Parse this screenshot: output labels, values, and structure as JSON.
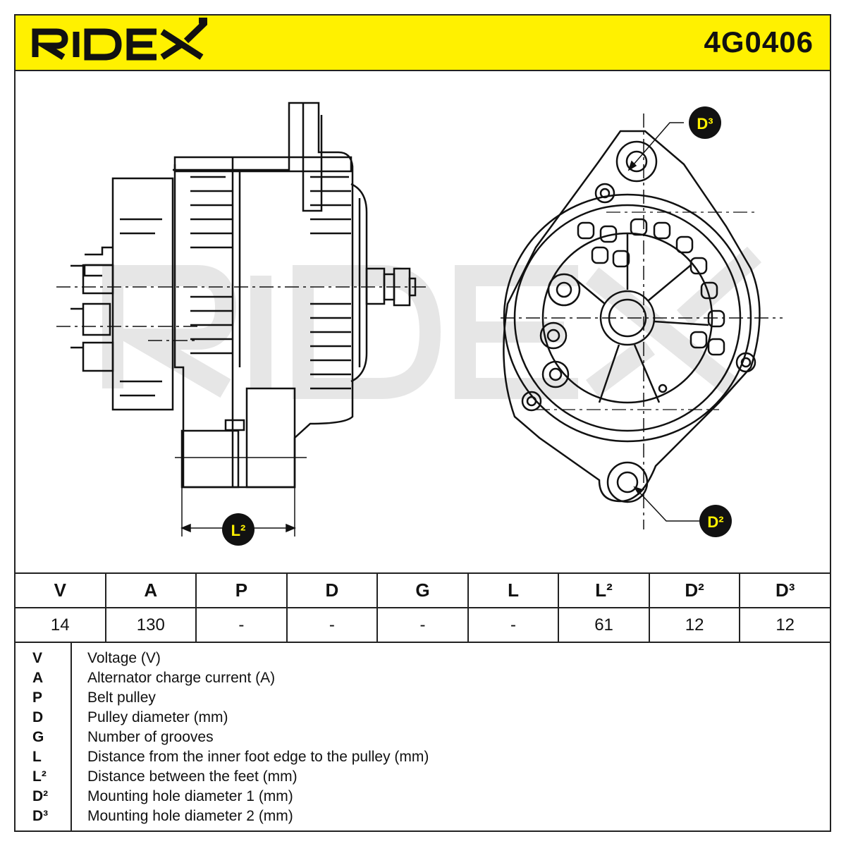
{
  "brand": {
    "logo_text": "RIDEX",
    "accent_color": "#fff100"
  },
  "part_number": "4G0406",
  "callouts": {
    "d3": "D³",
    "d2": "D²",
    "l2": "L²"
  },
  "spec_table": {
    "headers": [
      "V",
      "A",
      "P",
      "D",
      "G",
      "L",
      "L²",
      "D²",
      "D³"
    ],
    "values": [
      "14",
      "130",
      "-",
      "-",
      "-",
      "-",
      "61",
      "12",
      "12"
    ]
  },
  "legend": [
    {
      "key": "V",
      "text": "Voltage (V)"
    },
    {
      "key": "A",
      "text": "Alternator charge current (A)"
    },
    {
      "key": "P",
      "text": "Belt pulley"
    },
    {
      "key": "D",
      "text": "Pulley diameter (mm)"
    },
    {
      "key": "G",
      "text": "Number of grooves"
    },
    {
      "key": "L",
      "text": "Distance from the inner foot edge to the pulley (mm)"
    },
    {
      "key": "L²",
      "text": "Distance between the feet (mm)"
    },
    {
      "key": "D²",
      "text": "Mounting hole diameter 1 (mm)"
    },
    {
      "key": "D³",
      "text": "Mounting hole diameter 2 (mm)"
    }
  ]
}
